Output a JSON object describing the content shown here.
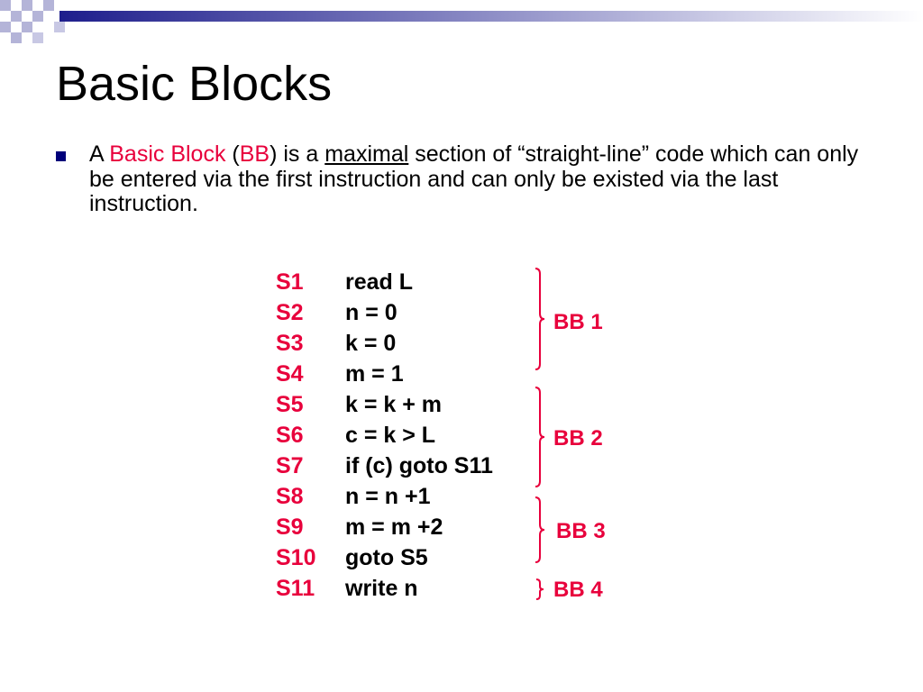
{
  "slide": {
    "title": "Basic Blocks",
    "bullet": {
      "pre": "A ",
      "term": "Basic Block",
      "paren_open": " (",
      "abbr": "BB",
      "mid": ") is a ",
      "emph": "maximal",
      "post": " section of “straight-line” code which can only be entered via the first instruction and can only be existed via the last instruction."
    },
    "code": [
      {
        "label": "S1",
        "stmt": "read L"
      },
      {
        "label": "S2",
        "stmt": "n = 0"
      },
      {
        "label": "S3",
        "stmt": "k = 0"
      },
      {
        "label": "S4",
        "stmt": "m = 1"
      },
      {
        "label": "S5",
        "stmt": "k = k + m"
      },
      {
        "label": "S6",
        "stmt": "c = k > L"
      },
      {
        "label": "S7",
        "stmt": "if (c)  goto S11"
      },
      {
        "label": "S8",
        "stmt": "n = n +1"
      },
      {
        "label": "S9",
        "stmt": "m = m +2"
      },
      {
        "label": "S10",
        "stmt": "goto S5"
      },
      {
        "label": "S11",
        "stmt": "write n"
      }
    ],
    "blocks": [
      {
        "label": "BB 1"
      },
      {
        "label": "BB 2"
      },
      {
        "label": "BB 3"
      },
      {
        "label": "BB 4"
      }
    ],
    "colors": {
      "accent": "#e8003c",
      "bullet": "#00007a",
      "brace": "#e8003c"
    }
  }
}
